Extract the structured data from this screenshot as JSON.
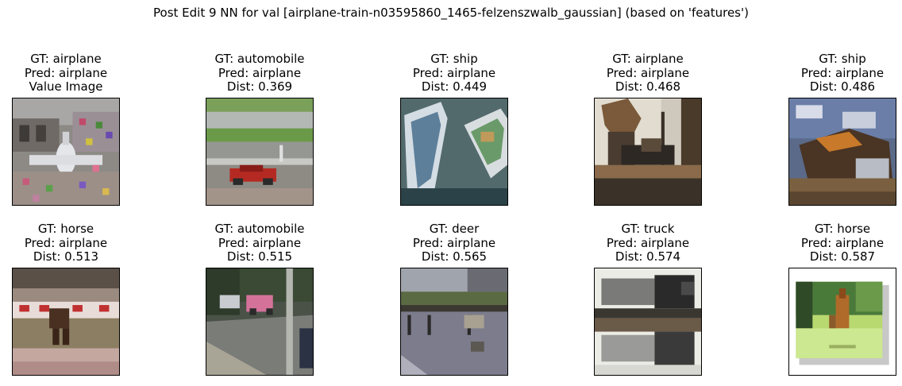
{
  "figure": {
    "title": "Post Edit 9 NN for val [airplane-train-n03595860_1465-felzenszwalb_gaussian] (based on 'features')"
  },
  "panels": [
    {
      "gt": "GT: airplane",
      "pred": "Pred: airplane",
      "extra": "Value Image",
      "image": "airplane-value-image"
    },
    {
      "gt": "GT: automobile",
      "pred": "Pred: airplane",
      "extra": "Dist: 0.369",
      "image": "red-car-on-road"
    },
    {
      "gt": "GT: ship",
      "pred": "Pred: airplane",
      "extra": "Dist: 0.449",
      "image": "boats-on-water"
    },
    {
      "gt": "GT: airplane",
      "pred": "Pred: airplane",
      "extra": "Dist: 0.468",
      "image": "airplane-interior"
    },
    {
      "gt": "GT: ship",
      "pred": "Pred: airplane",
      "extra": "Dist: 0.486",
      "image": "ship-on-shore"
    },
    {
      "gt": "GT: horse",
      "pred": "Pred: airplane",
      "extra": "Dist: 0.513",
      "image": "horse-race-track"
    },
    {
      "gt": "GT: automobile",
      "pred": "Pred: airplane",
      "extra": "Dist: 0.515",
      "image": "pink-car-street"
    },
    {
      "gt": "GT: deer",
      "pred": "Pred: airplane",
      "extra": "Dist: 0.565",
      "image": "deer-flooded-field"
    },
    {
      "gt": "GT: truck",
      "pred": "Pred: airplane",
      "extra": "Dist: 0.574",
      "image": "truck-reflection"
    },
    {
      "gt": "GT: horse",
      "pred": "Pred: airplane",
      "extra": "Dist: 0.587",
      "image": "horse-grass-field"
    }
  ]
}
